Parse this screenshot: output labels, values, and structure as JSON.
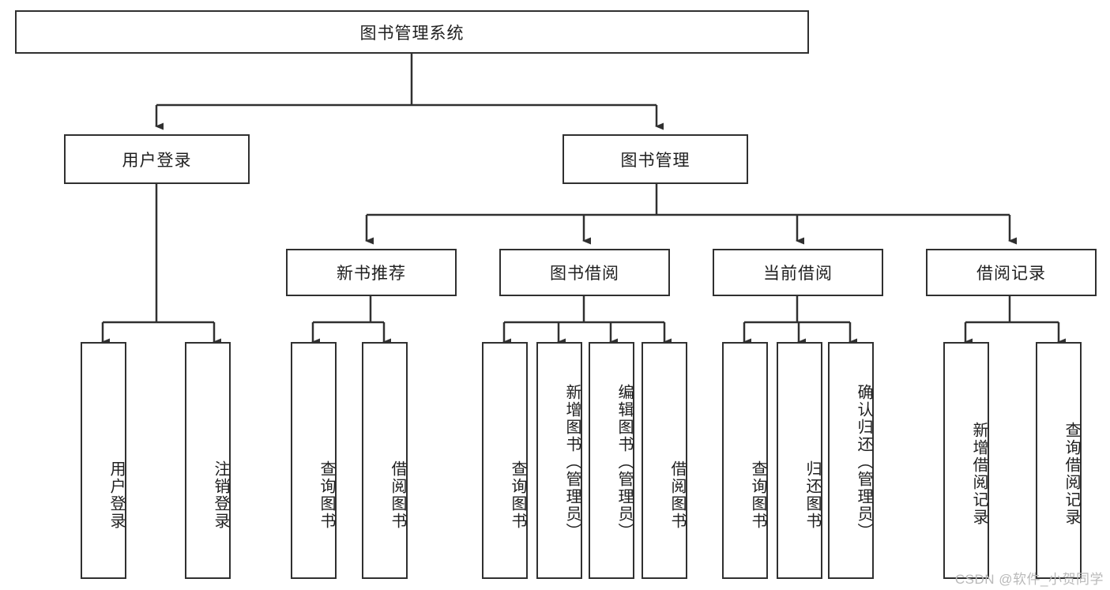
{
  "diagram": {
    "title": "图书管理系统",
    "type": "tree-hierarchy",
    "root": {
      "label": "图书管理系统"
    },
    "level2": [
      {
        "label": "用户登录"
      },
      {
        "label": "图书管理"
      }
    ],
    "level3": [
      {
        "label": "新书推荐"
      },
      {
        "label": "图书借阅"
      },
      {
        "label": "当前借阅"
      },
      {
        "label": "借阅记录"
      }
    ],
    "leaves": [
      {
        "label": "用户登录",
        "parent": "用户登录"
      },
      {
        "label": "注销登录",
        "parent": "用户登录"
      },
      {
        "label": "查询图书",
        "parent": "新书推荐"
      },
      {
        "label": "借阅图书",
        "parent": "新书推荐"
      },
      {
        "label": "查询图书",
        "parent": "图书借阅"
      },
      {
        "label": "新增图书（管理员）",
        "parent": "图书借阅"
      },
      {
        "label": "编辑图书（管理员）",
        "parent": "图书借阅"
      },
      {
        "label": "借阅图书",
        "parent": "图书借阅"
      },
      {
        "label": "查询图书",
        "parent": "当前借阅"
      },
      {
        "label": "归还图书",
        "parent": "当前借阅"
      },
      {
        "label": "确认归还（管理员）",
        "parent": "当前借阅"
      },
      {
        "label": "新增借阅记录",
        "parent": "借阅记录"
      },
      {
        "label": "查询借阅记录",
        "parent": "借阅记录"
      }
    ],
    "watermark": "CSDN @软件_小贺同学",
    "colors": {
      "stroke": "#303030",
      "fill": "#ffffff",
      "text": "#202020",
      "watermark": "#b9b9b9"
    }
  }
}
